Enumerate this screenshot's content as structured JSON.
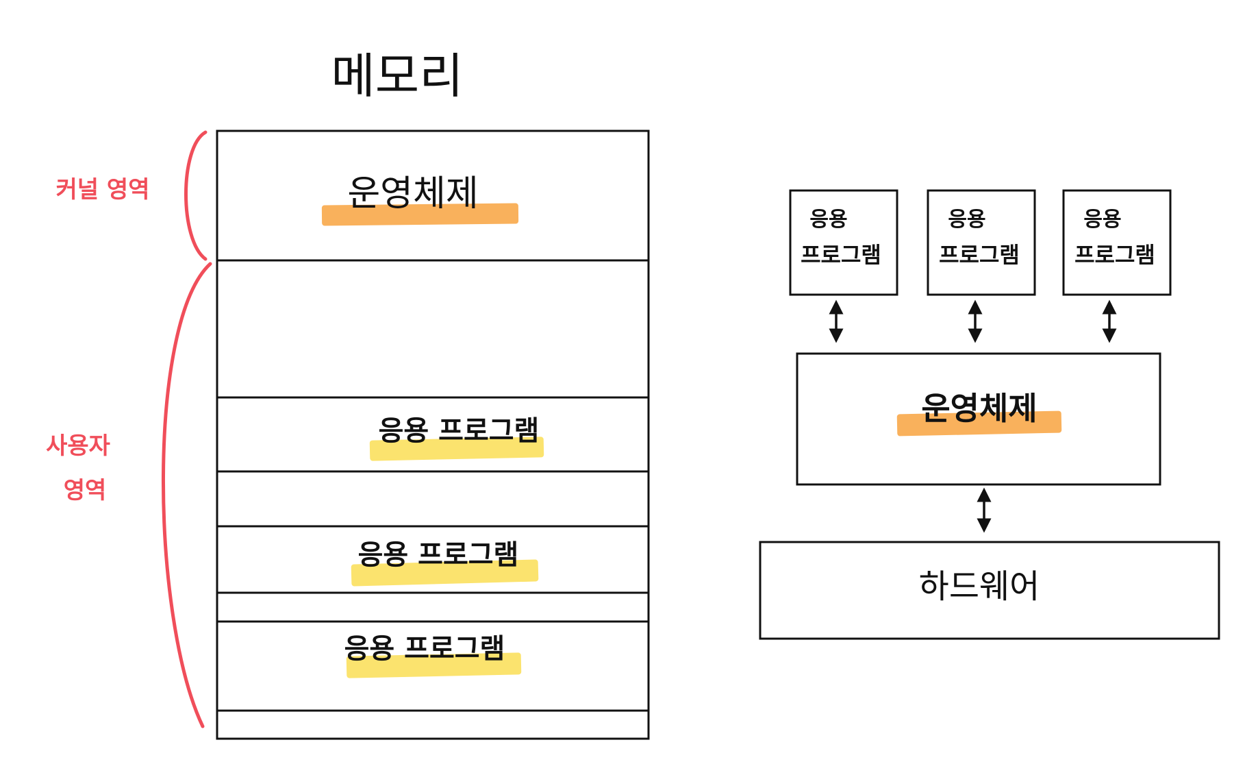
{
  "memory_title": "메모리",
  "colors": {
    "stroke": "#111111",
    "bracket": "#f04e5a",
    "highlight_os": "#f9b15c",
    "highlight_app": "#fbe36e"
  },
  "brackets": {
    "kernel": "커널 영역",
    "user_line1": "사용자",
    "user_line2": "영역"
  },
  "memory_blocks": {
    "os": "운영체제",
    "app1": "응용 프로그램",
    "app2": "응용 프로그램",
    "app3": "응용 프로그램"
  },
  "stack": {
    "apps": [
      {
        "line1": "응용",
        "line2": "프로그램"
      },
      {
        "line1": "응용",
        "line2": "프로그램"
      },
      {
        "line1": "응용",
        "line2": "프로그램"
      }
    ],
    "os": "운영체제",
    "hardware": "하드웨어"
  }
}
